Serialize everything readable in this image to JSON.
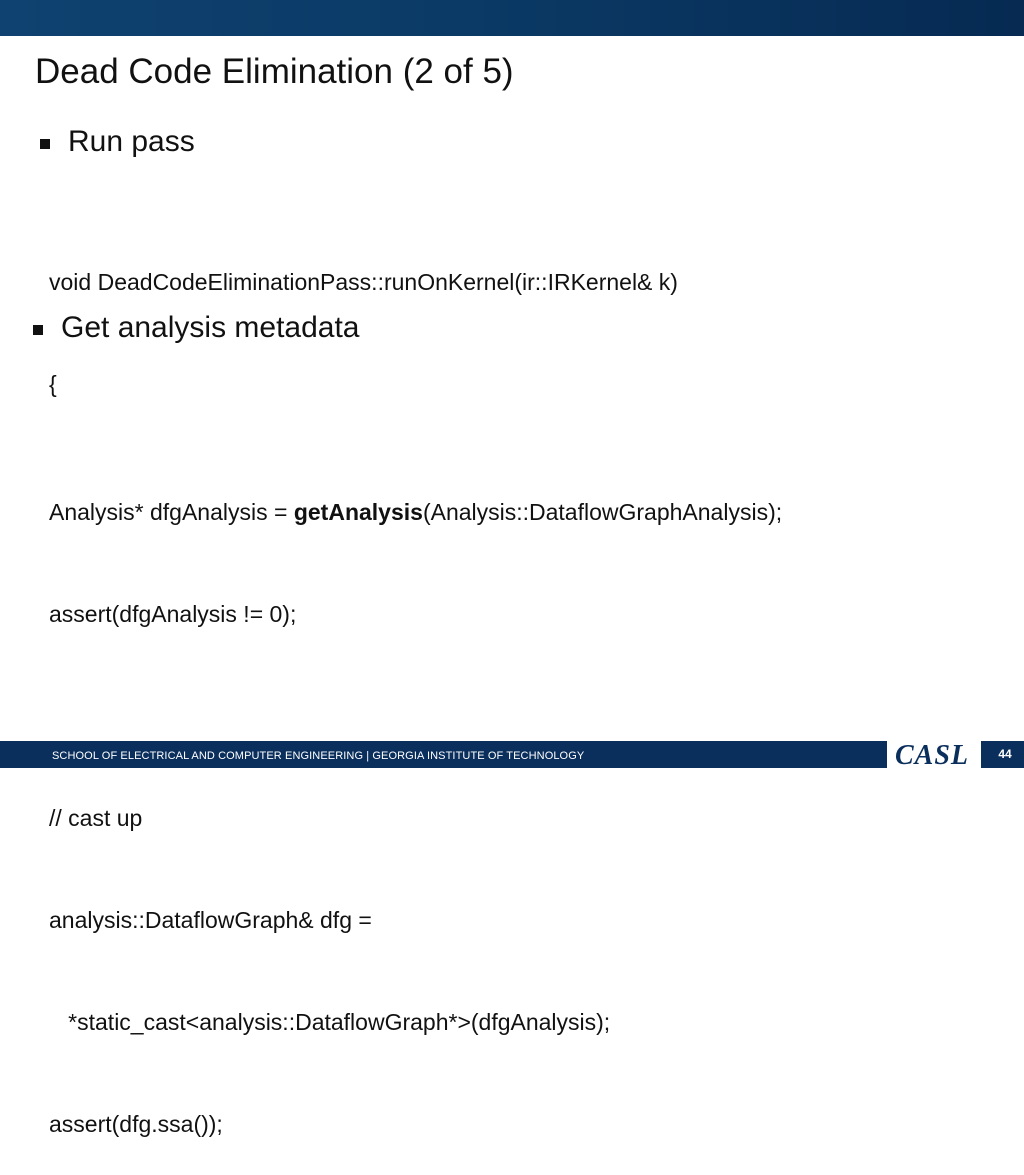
{
  "title": "Dead Code Elimination (2 of 5)",
  "bullets": [
    {
      "label": "Run pass"
    },
    {
      "label": "Get analysis metadata"
    }
  ],
  "code_block_1": {
    "line1": "void DeadCodeEliminationPass::runOnKernel(ir::IRKernel& k)",
    "line2": "{"
  },
  "code_block_2": {
    "line1_before": "Analysis* dfgAnalysis = ",
    "line1_bold": "getAnalysis",
    "line1_after": "(Analysis::DataflowGraphAnalysis);",
    "line2": "assert(dfgAnalysis != 0);",
    "line3": "",
    "line4": "// cast up",
    "line5": "analysis::DataflowGraph& dfg =",
    "line6": "   *static_cast<analysis::DataflowGraph*>(dfgAnalysis);",
    "line7": "assert(dfg.ssa());"
  },
  "footer": {
    "text": "SCHOOL OF ELECTRICAL AND COMPUTER ENGINEERING | GEORGIA INSTITUTE OF TECHNOLOGY",
    "logo_text": "CASL",
    "page_number": "44"
  },
  "colors": {
    "header_bar": "#0b3a66",
    "footer_bar": "#0b2f5c",
    "text": "#111111"
  }
}
